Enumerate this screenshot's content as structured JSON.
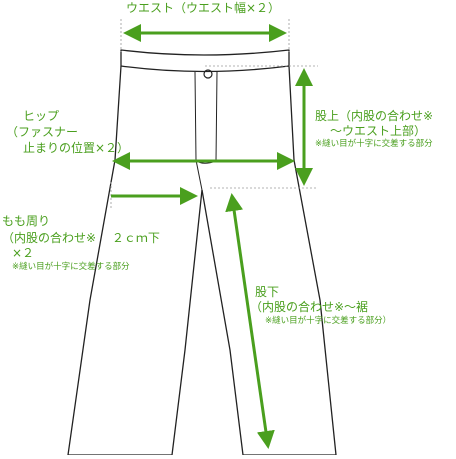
{
  "colors": {
    "accent": "#4a9f1e",
    "outline": "#222222",
    "guide": "#9a9a9a"
  },
  "labels": {
    "waist": "ウエスト（ウエスト幅×２）",
    "hip": [
      "ヒップ",
      "（ファスナー",
      "止まりの位置×２）"
    ],
    "rise": [
      "股上（内股の合わせ※",
      "～ウエスト上部）"
    ],
    "rise_note": "※縫い目が十字に交差する部分",
    "thigh": [
      "もも周り",
      "（内股の合わせ※　 ２ｃｍ下",
      "×２"
    ],
    "thigh_note": "※縫い目が十字に交差する部分",
    "inseam": [
      "股下",
      "（内股の合わせ※～裾"
    ],
    "inseam_note": "※縫い目が十字に交差する部分）"
  }
}
